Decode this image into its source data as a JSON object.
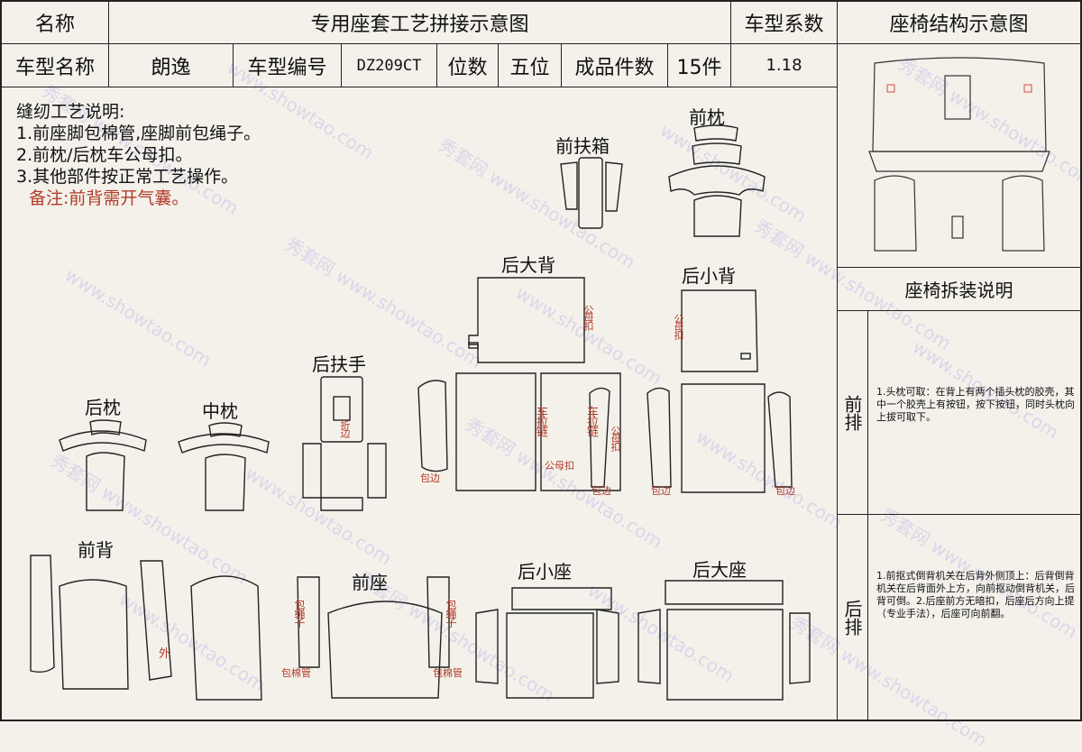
{
  "header": {
    "name_label": "名称",
    "title": "专用座套工艺拼接示意图",
    "coef_label": "车型系数",
    "structure_title": "座椅结构示意图",
    "model_name_label": "车型名称",
    "model_name": "朗逸",
    "model_code_label": "车型编号",
    "model_code": "DZ209CT",
    "seats_label": "位数",
    "seats": "五位",
    "pieces_label": "成品件数",
    "pieces": "15件",
    "coef": "1.18"
  },
  "notes": {
    "heading": "缝纫工艺说明:",
    "items": [
      "1.前座脚包棉管,座脚前包绳子。",
      "2.前枕/后枕车公母扣。",
      "3.其他部件按正常工艺操作。"
    ],
    "remark": "备注:前背需开气囊。"
  },
  "parts": {
    "front_armrest_box": "前扶箱",
    "front_pillow": "前枕",
    "rear_big_back": "后大背",
    "rear_small_back": "后小背",
    "rear_armrest": "后扶手",
    "rear_pillow": "后枕",
    "middle_pillow": "中枕",
    "front_back": "前背",
    "front_seat": "前座",
    "rear_small_seat": "后小座",
    "rear_big_seat": "后大座"
  },
  "annotations": {
    "male_female_buckle": "公母扣",
    "male_female_buckle_2": "公母扣",
    "male_female_buckle_3": "公母扣",
    "male_female_buckle_4": "公母扣",
    "fold_edge": "折边",
    "zipper_1": "车拉链",
    "zipper_2": "车拉链",
    "wrap_edge_1": "包边",
    "wrap_edge_2": "包边",
    "wrap_edge_3": "包边",
    "wrap_edge_4": "包边",
    "outer": "外",
    "wrap_rope_1": "包绳子",
    "wrap_rope_2": "包绳子",
    "wrap_tube_1": "包棉管",
    "wrap_tube_2": "包棉管"
  },
  "disassembly": {
    "title": "座椅拆装说明",
    "front_label": "前排",
    "front_text": "1.头枕可取：在背上有两个插头枕的胶壳，其中一个胶壳上有按钮，按下按钮，同时头枕向上拔可取下。",
    "rear_label": "后排",
    "rear_text": "1.前抠式倒背机关在后背外侧顶上：后背倒背机关在后背面外上方，向前抠动倒背机关，后背可倒。2.后座前方无暗扣，后座后方向上提（专业手法），后座可向前翻。"
  },
  "watermark": {
    "cn": "秀套网",
    "url": "www.showtao.com"
  }
}
